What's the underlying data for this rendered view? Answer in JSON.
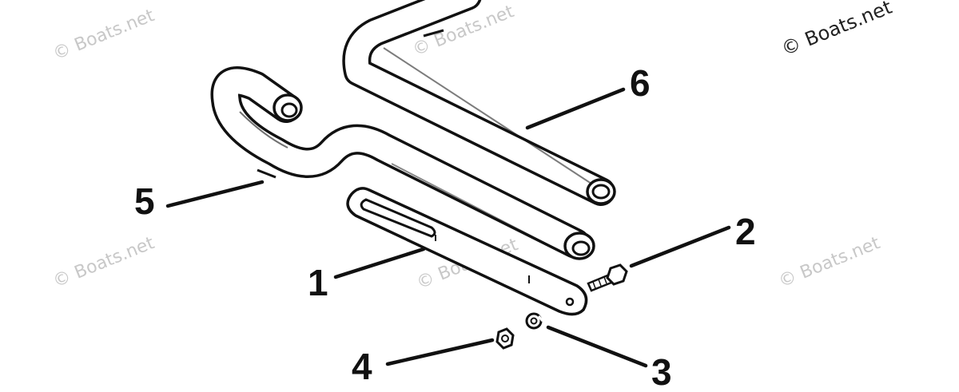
{
  "watermark": "© Boats.net",
  "callouts": {
    "c1": "1",
    "c2": "2",
    "c3": "3",
    "c4": "4",
    "c5": "5",
    "c6": "6"
  }
}
